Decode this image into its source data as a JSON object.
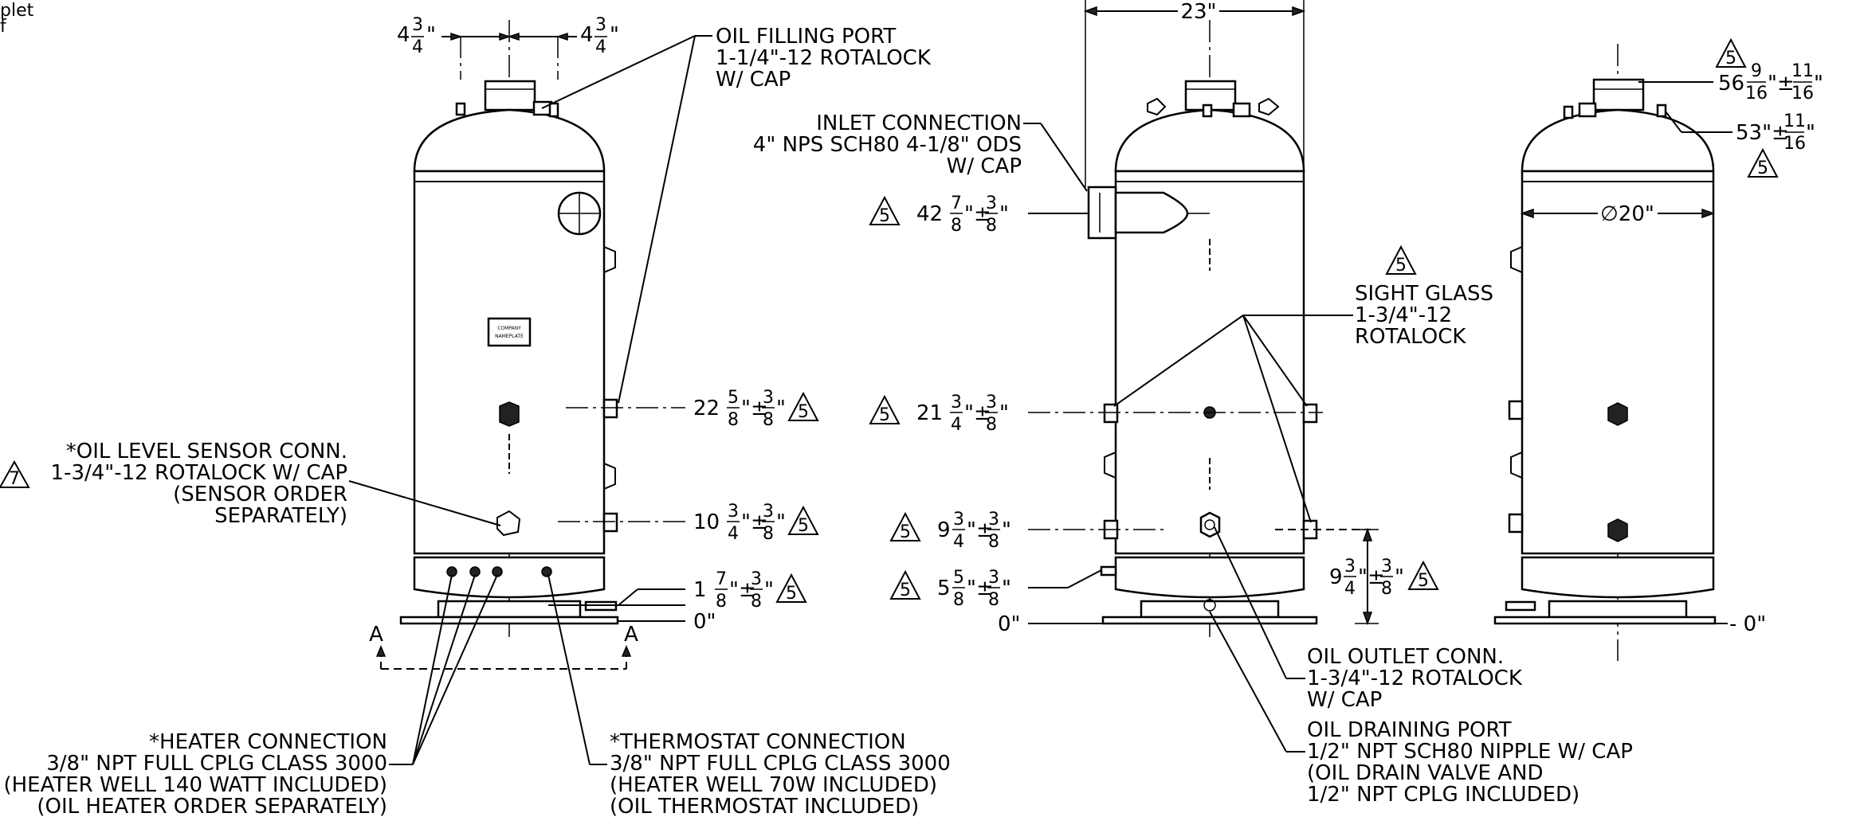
{
  "corner_text": [
    "plet",
    "f"
  ],
  "views": {
    "left": {
      "dim_left_frac": {
        "whole": "4",
        "num": "3",
        "den": "4",
        "unit": "\""
      },
      "dim_right_frac": {
        "whole": "4",
        "num": "3",
        "den": "4",
        "unit": "\""
      },
      "oil_filling_port": [
        "OIL FILLING PORT",
        "1-1/4\"-12 ROTALOCK",
        "W/ CAP"
      ],
      "nameplate": [
        "COMPANY",
        "NAMEPLATE"
      ],
      "dim_22": {
        "whole": "22",
        "num": "5",
        "den": "8",
        "tol": "\"±",
        "tnum": "3",
        "tden": "8",
        "unit": "\"",
        "rev": "5"
      },
      "dim_10": {
        "whole": "10",
        "num": "3",
        "den": "4",
        "tol": "\"±",
        "tnum": "3",
        "tden": "8",
        "unit": "\"",
        "rev": "5"
      },
      "dim_1": {
        "whole": "1",
        "num": "7",
        "den": "8",
        "tol": "\"±",
        "tnum": "3",
        "tden": "8",
        "unit": "\"",
        "rev": "5"
      },
      "dim_zero": "0\"",
      "oil_level_sensor": [
        "*OIL LEVEL SENSOR CONN.",
        "1-3/4\"-12 ROTALOCK W/ CAP",
        "(SENSOR ORDER",
        "SEPARATELY)"
      ],
      "oil_level_rev": "7",
      "section_a": "A",
      "heater_connection": [
        "*HEATER CONNECTION",
        "3/8\" NPT FULL CPLG CLASS 3000",
        "(HEATER WELL 140 WATT INCLUDED)",
        "(OIL HEATER ORDER SEPARATELY)"
      ],
      "thermostat_connection": [
        "*THERMOSTAT CONNECTION",
        "3/8\" NPT FULL CPLG CLASS 3000",
        "(HEATER WELL 70W INCLUDED)",
        "(OIL THERMOSTAT INCLUDED)"
      ]
    },
    "middle": {
      "width_dim": "23\"",
      "inlet_connection": [
        "INLET CONNECTION",
        "4\" NPS SCH80 4-1/8\" ODS",
        "W/ CAP"
      ],
      "dim_42": {
        "whole": "42",
        "num": "7",
        "den": "8",
        "tol": "\"±",
        "tnum": "3",
        "tden": "8",
        "unit": "\"",
        "rev": "5"
      },
      "sight_glass": [
        "SIGHT GLASS",
        "1-3/4\"-12",
        "ROTALOCK"
      ],
      "sight_glass_rev": "5",
      "dim_21": {
        "whole": "21",
        "num": "3",
        "den": "4",
        "tol": "\"±",
        "tnum": "3",
        "tden": "8",
        "unit": "\"",
        "rev": "5"
      },
      "dim_9": {
        "whole": "9",
        "num": "3",
        "den": "4",
        "tol": "\"±",
        "tnum": "3",
        "tden": "8",
        "unit": "\"",
        "rev": "5"
      },
      "dim_5": {
        "whole": "5",
        "num": "5",
        "den": "8",
        "tol": "\"±",
        "tnum": "3",
        "tden": "8",
        "unit": "\"",
        "rev": "5"
      },
      "dim_9_right": {
        "whole": "9",
        "num": "3",
        "den": "4",
        "tol": "\"±",
        "tnum": "3",
        "tden": "8",
        "unit": "\"",
        "rev": "5"
      },
      "dim_zero": "0\"",
      "oil_outlet": [
        "OIL OUTLET CONN.",
        "1-3/4\"-12 ROTALOCK",
        "W/ CAP"
      ],
      "oil_draining": [
        "OIL DRAINING PORT",
        "1/2\" NPT SCH80 NIPPLE W/ CAP",
        "(OIL DRAIN VALVE AND",
        "1/2\" NPT CPLG INCLUDED)"
      ]
    },
    "right": {
      "dim_56": {
        "whole": "56",
        "num": "9",
        "den": "16",
        "tol": "\"±",
        "tnum": "11",
        "tden": "16",
        "unit": "\"",
        "rev": "5"
      },
      "dim_53": {
        "whole": "53\"±",
        "tnum": "11",
        "tden": "16",
        "unit": "\"",
        "rev": "5"
      },
      "diameter": "∅20\"",
      "dim_zero": "- 0\""
    }
  }
}
